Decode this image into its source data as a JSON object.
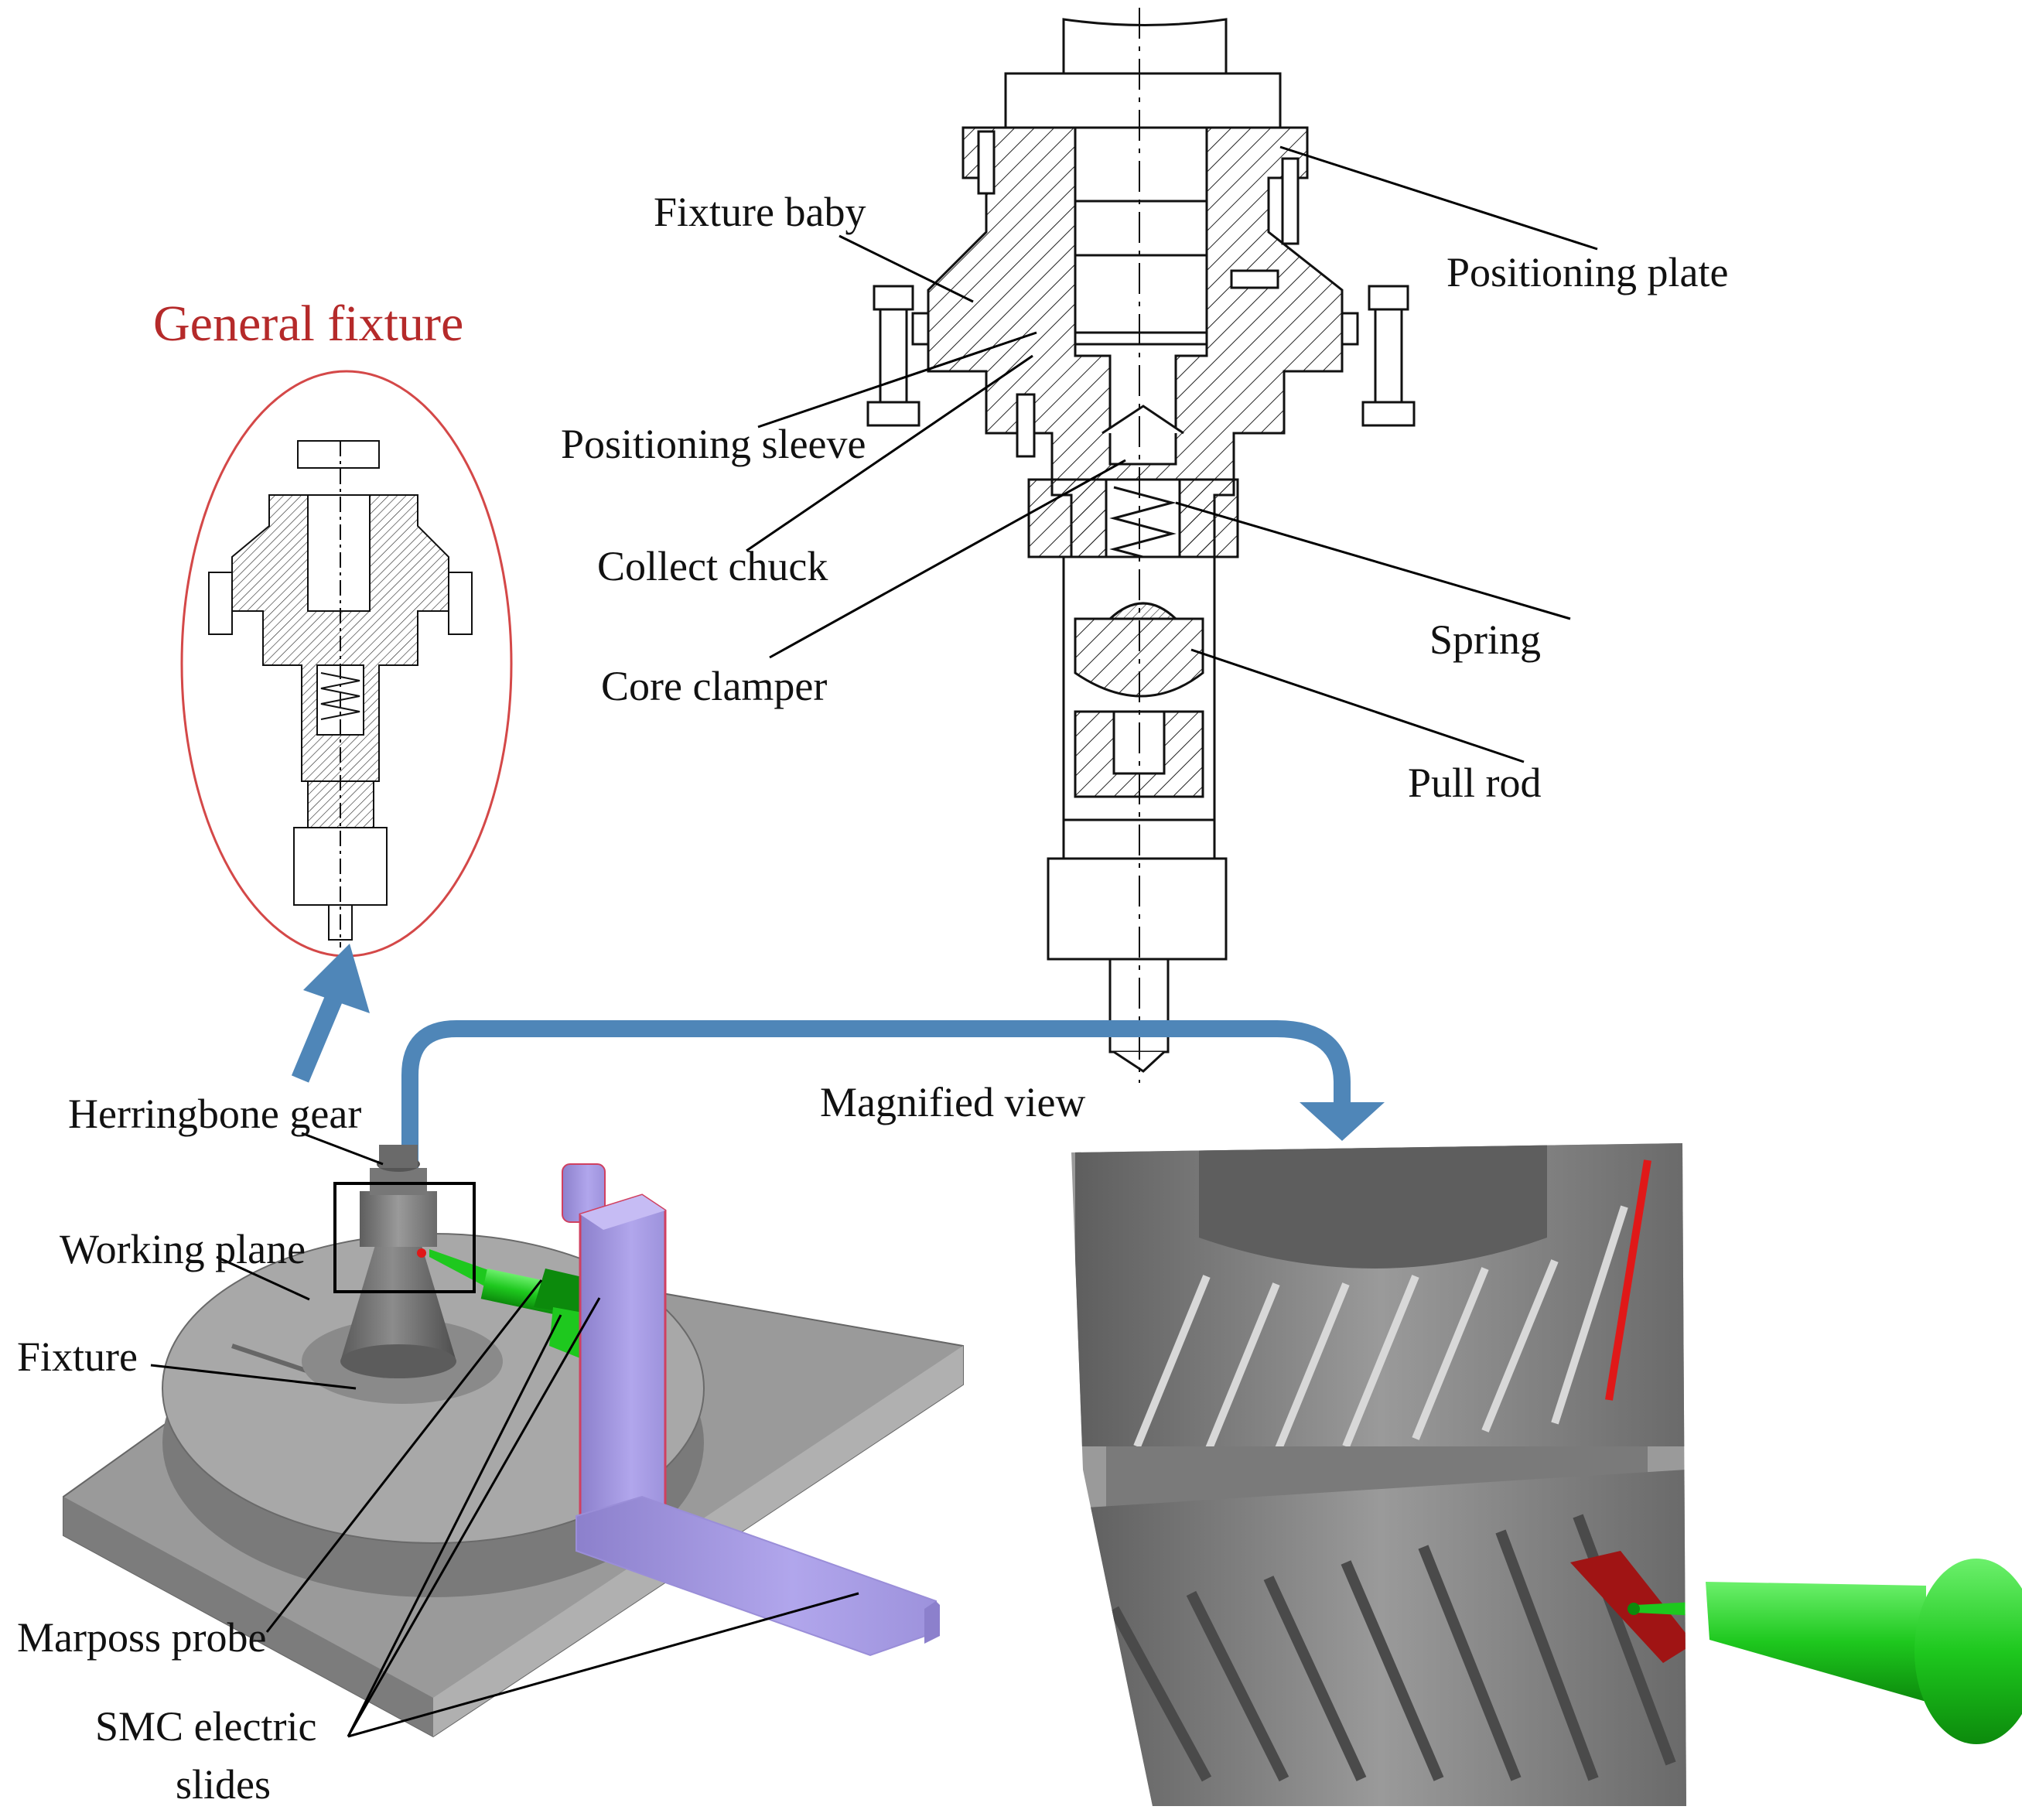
{
  "title": "General fixture",
  "labels": {
    "fixture_baby": "Fixture baby",
    "positioning_plate": "Positioning plate",
    "positioning_sleeve": "Positioning sleeve",
    "collect_chuck": "Collect chuck",
    "core_clamper": "Core clamper",
    "spring": "Spring",
    "pull_rod": "Pull rod",
    "magnified_view": "Magnified view",
    "herringbone_gear": "Herringbone gear",
    "working_plane": "Working plane",
    "fixture": "Fixture",
    "marposs_probe": "Marposs probe",
    "smc_line1": "SMC electric",
    "smc_line2": "slides"
  },
  "colors": {
    "title_red": "#b52a2a",
    "ellipse_red": "#d44848",
    "arrow_blue": "#4f86b8",
    "probe_green": "#1ec81e",
    "slide_purple": "#a79be0",
    "gear_grey": "#8a8a8a",
    "contact_red": "#e01818"
  }
}
